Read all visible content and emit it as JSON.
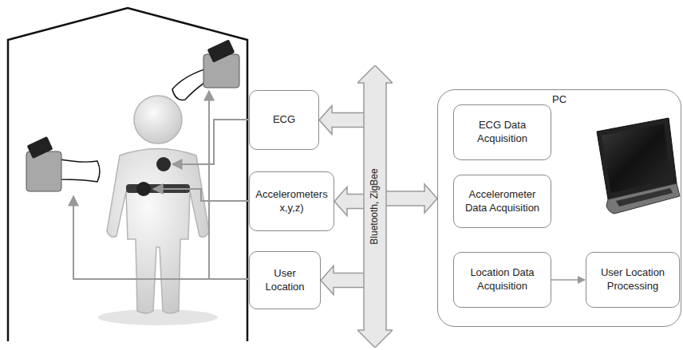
{
  "diagram": {
    "nodes": [
      {
        "text": [
          "ECG"
        ]
      },
      {
        "text": [
          "Accelerometers x,y,z)"
        ]
      },
      {
        "text": [
          "User Location"
        ]
      },
      {
        "text": [
          "Bluetooth, ZigBee"
        ]
      },
      {
        "text": [
          "PC"
        ]
      },
      {
        "text": [
          "ECG Data Acquisition"
        ],
        "in": 4
      },
      {
        "text": [
          "Accelerometer Data Acquisition"
        ],
        "in": 4
      },
      {
        "text": [
          "Location Data Acquisition"
        ],
        "in": 4
      },
      {
        "text": [
          "User Location Processing"
        ],
        "in": 4
      }
    ],
    "edges": [
      {
        "from": 3,
        "to": 0,
        "arrow": "to"
      },
      {
        "from": 3,
        "to": 1,
        "arrow": "to"
      },
      {
        "from": 3,
        "to": 2,
        "arrow": "to"
      },
      {
        "from": 3,
        "to": 4,
        "arrow": "to"
      },
      {
        "from": 7,
        "to": 8,
        "arrow": "to"
      }
    ]
  }
}
